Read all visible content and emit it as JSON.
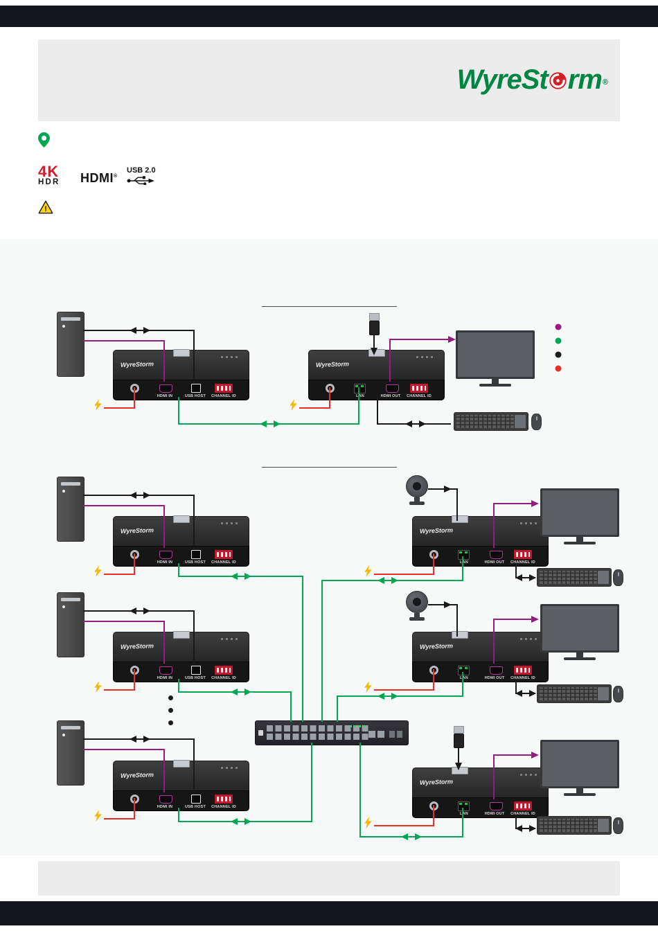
{
  "header": {
    "logo_part1": "WyreSt",
    "logo_part2": "rm",
    "registered": "®"
  },
  "badges": {
    "uhd_top": "4K",
    "uhd_bottom": "HDR",
    "hdmi": "HDMI",
    "hdmi_reg": "®",
    "usb_label": "USB 2.0"
  },
  "warning_glyph": "!",
  "device": {
    "brand": "WyreStorm",
    "tx": {
      "hdmi_in": "HDMI IN",
      "usb_host": "USB HOST",
      "channel_id": "CHANNEL ID"
    },
    "rx": {
      "lan": "LAN",
      "hdmi_out": "HDMI OUT",
      "channel_id": "CHANNEL ID"
    }
  },
  "colors": {
    "hdmi_cable": "#951B81",
    "network_cable": "#00A651",
    "usb_cable": "#1A1A1A",
    "power_cable": "#E63027",
    "brand_green": "#008542",
    "brand_red": "#D32027",
    "warning_yellow": "#FFD20A",
    "pin_green": "#00A651"
  }
}
